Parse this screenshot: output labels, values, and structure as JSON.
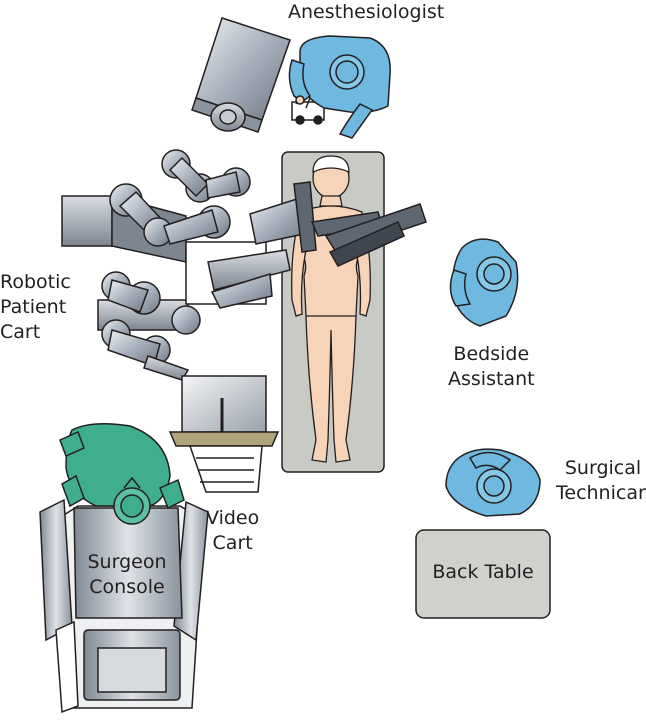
{
  "labels": {
    "anesthesiologist": "Anesthesiologist",
    "robotic_patient_cart": [
      "Robotic",
      "Patient",
      "Cart"
    ],
    "bedside_assistant": [
      "Bedside",
      "Assistant"
    ],
    "surgical_technican": [
      "Surgical",
      "Technican"
    ],
    "video_cart": [
      "Video",
      "Cart"
    ],
    "surgeon_console": [
      "Surgeon",
      "Console"
    ],
    "back_table": "Back Table"
  },
  "colors": {
    "scrubs": "#6fb8df",
    "surgeon_scrubs": "#3fae8f",
    "skin": "#f7d3b8",
    "robot_metal": "#a7b0bc",
    "table": "#c8cac6",
    "back_table": "#cfd1cd",
    "outline": "#231f20"
  }
}
